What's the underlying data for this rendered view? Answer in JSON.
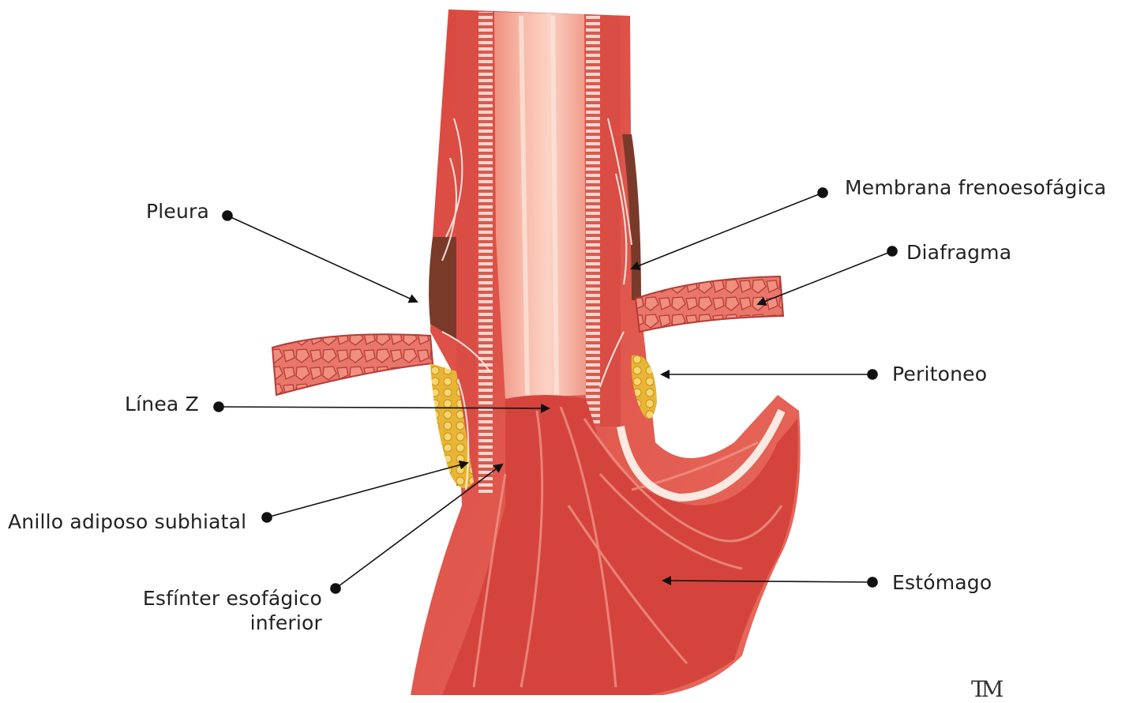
{
  "labels": {
    "pleura": "Pleura",
    "membrana": "Membrana frenoesofágica",
    "diafragma": "Diafragma",
    "peritoneo": "Peritoneo",
    "linea_z": "Línea Z",
    "anillo": "Anillo adiposo subhiatal",
    "esfinter_line1": "Esfínter esofágico",
    "esfinter_line2": "inferior",
    "estomago": "Estómago"
  },
  "logo": "TM",
  "colors": {
    "muscle": "#e0685c",
    "muscle_dark": "#c9463f",
    "mucosa": "#f2a595",
    "mucosa_light": "#f8c9bb",
    "fat": "#e9bd3c",
    "pleura_brown": "#7a3a2a",
    "line": "#111111"
  }
}
